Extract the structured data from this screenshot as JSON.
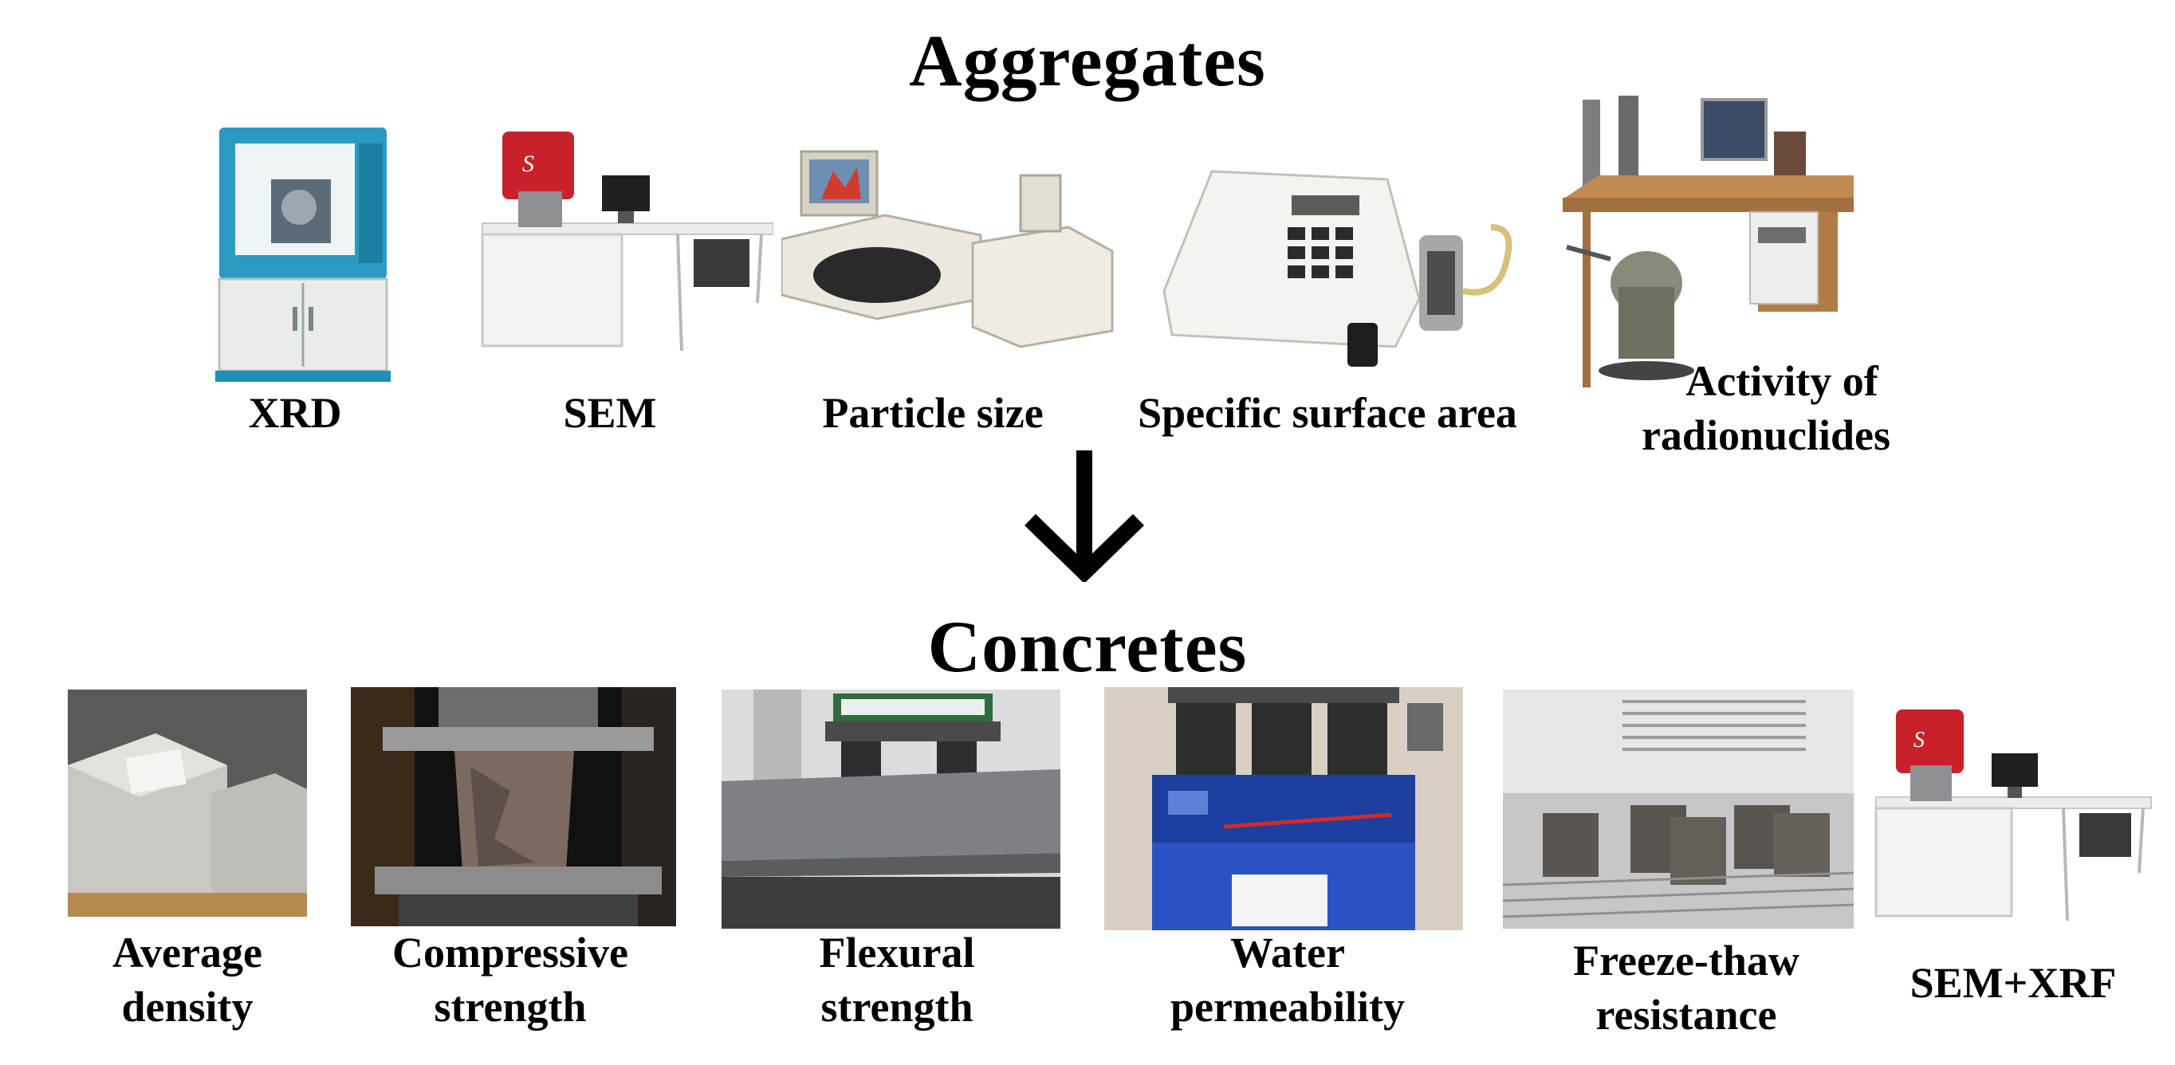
{
  "aggregates": {
    "title": "Aggregates",
    "instruments": [
      {
        "label": "XRD",
        "icon": "xrd-diffractometer-icon"
      },
      {
        "label": "SEM",
        "icon": "sem-microscope-icon"
      },
      {
        "label": "Particle size",
        "icon": "particle-size-analyzer-icon"
      },
      {
        "label": "Specific surface area",
        "icon": "surface-area-analyzer-icon"
      },
      {
        "label_line1": "Activity of",
        "label_line2": "radionuclides",
        "icon": "radiometer-workstation-icon"
      }
    ]
  },
  "arrow": {
    "icon": "down-arrow-icon"
  },
  "concretes": {
    "title": "Concretes",
    "tests": [
      {
        "label_line1": "Average",
        "label_line2": "density",
        "icon": "concrete-cubes-photo"
      },
      {
        "label_line1": "Compressive",
        "label_line2": "strength",
        "icon": "compression-press-photo"
      },
      {
        "label_line1": "Flexural",
        "label_line2": "strength",
        "icon": "flexural-test-photo"
      },
      {
        "label_line1": "Water",
        "label_line2": "permeability",
        "icon": "water-permeability-apparatus-photo"
      },
      {
        "label_line1": "Freeze-thaw",
        "label_line2": "resistance",
        "icon": "freeze-chamber-photo"
      },
      {
        "label": "SEM+XRF",
        "icon": "sem-microscope-icon"
      }
    ]
  },
  "colors": {
    "sem_red": "#c8212b",
    "xrd_blue": "#1f8fb8",
    "permeability_blue": "#1c3f9e",
    "concrete_grey": "#8c8c8c"
  }
}
